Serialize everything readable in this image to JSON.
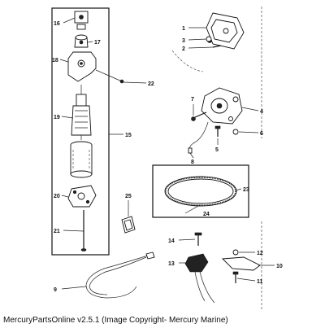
{
  "diagram": {
    "callouts": [
      "1",
      "2",
      "3",
      "4",
      "5",
      "6",
      "7",
      "8",
      "9",
      "10",
      "11",
      "12",
      "13",
      "14",
      "15",
      "16",
      "17",
      "18",
      "19",
      "20",
      "21",
      "22",
      "23",
      "24",
      "25"
    ]
  },
  "caption": "MercuryPartsOnline v2.5.1 (Image Copyright- Mercury Marine)"
}
